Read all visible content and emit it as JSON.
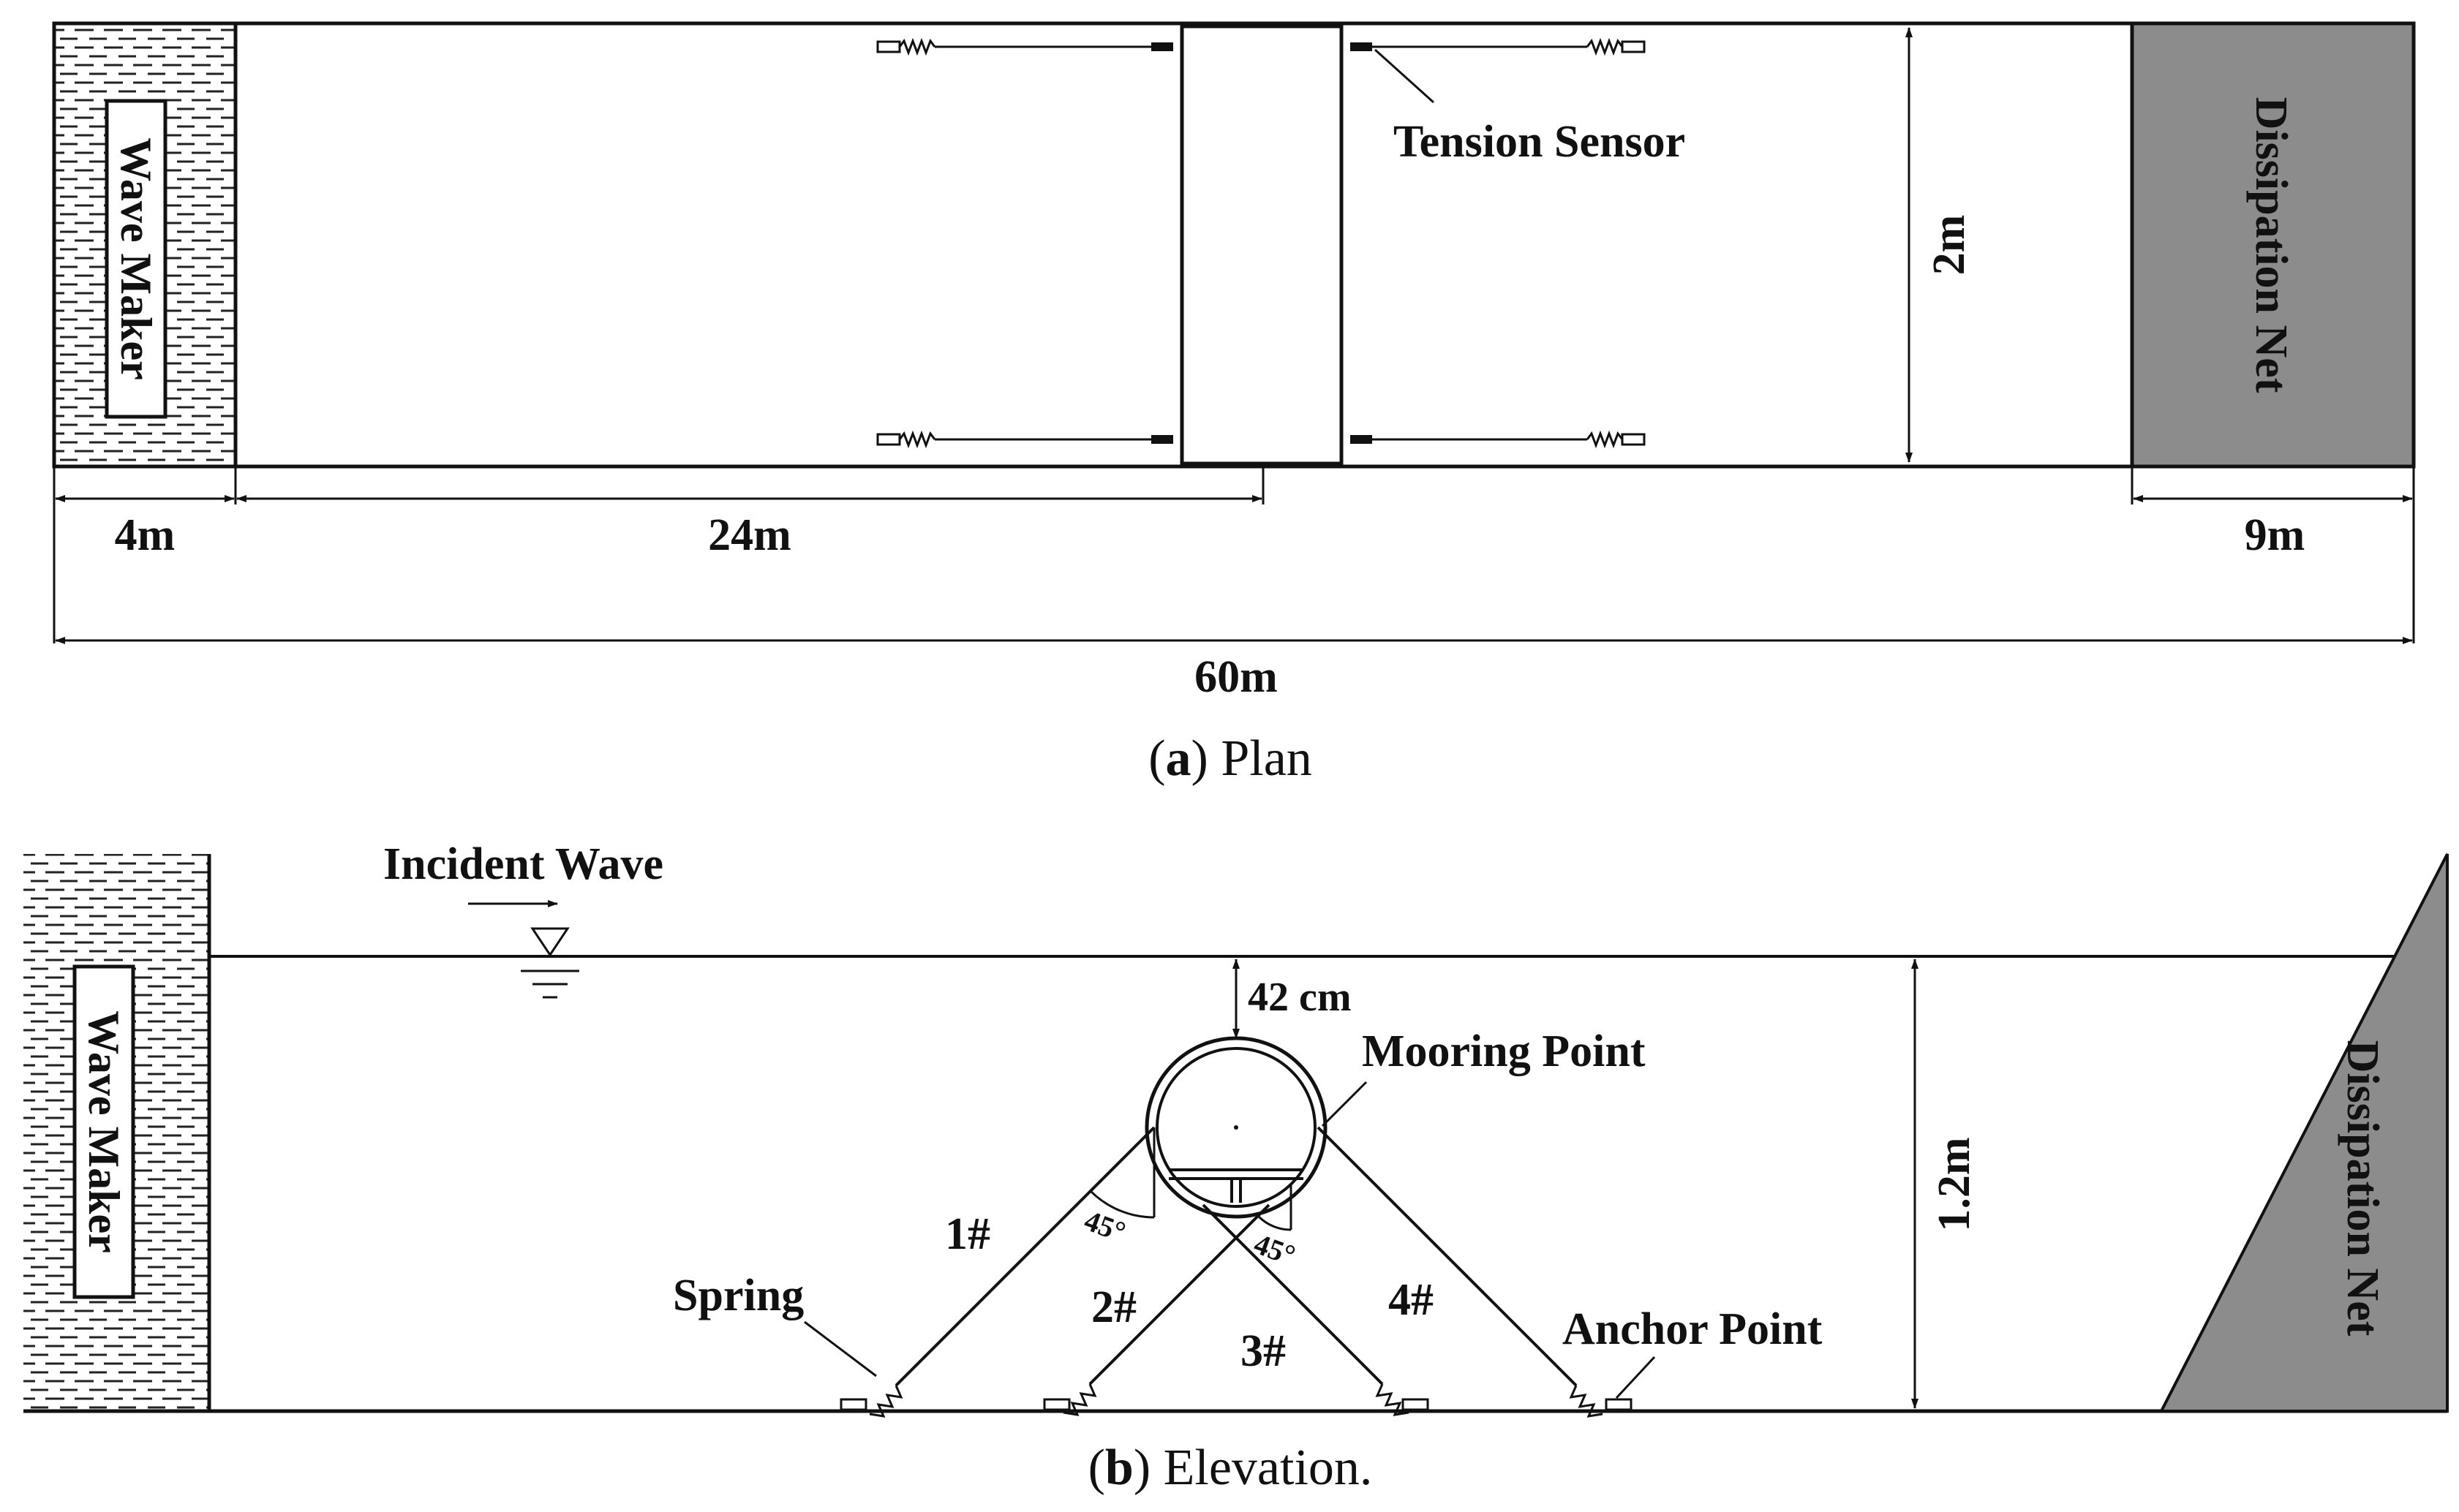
{
  "plan": {
    "wave_maker": "Wave Maker",
    "dissipation_net": "Dissipation Net",
    "tension_sensor": "Tension Sensor",
    "dim_width": "2m",
    "dim_wavemaker": "4m",
    "dim_model_distance": "24m",
    "dim_net": "9m",
    "dim_total": "60m",
    "caption_letter": "a",
    "caption_text": " Plan"
  },
  "elevation": {
    "wave_maker": "Wave Maker",
    "dissipation_net": "Dissipation Net",
    "incident_wave": "Incident Wave",
    "submergence": "42 cm",
    "mooring_point": "Mooring Point",
    "dim_depth": "1.2m",
    "spring": "Spring",
    "anchor_point": "Anchor Point",
    "line1": "1#",
    "line2": "2#",
    "line3": "3#",
    "line4": "4#",
    "angle_left": "45°",
    "angle_right": "45°",
    "caption_letter": "b",
    "caption_text": " Elevation."
  },
  "colors": {
    "line": "#111111",
    "net_fill": "#8c8c8c",
    "background": "#ffffff"
  }
}
